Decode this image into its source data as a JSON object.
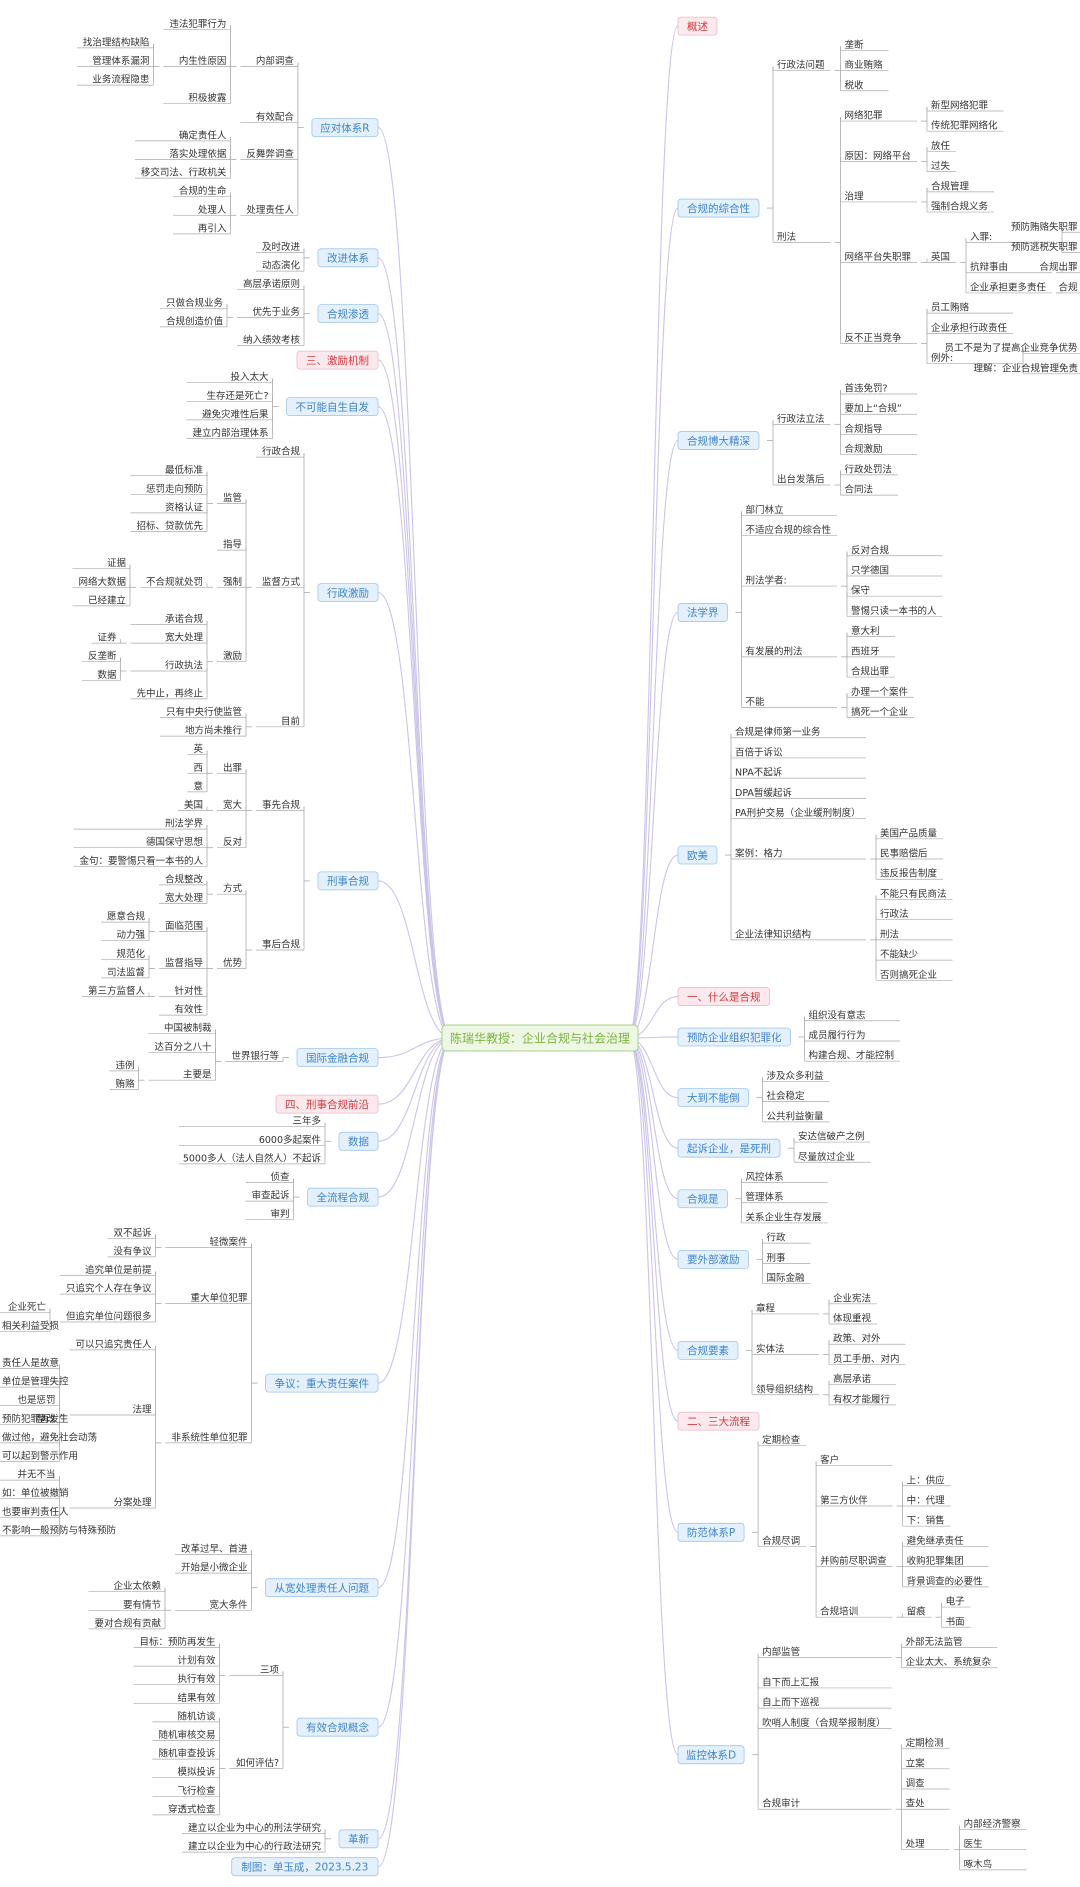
{
  "root": "陈瑞华教授：企业合规与社会治理",
  "colors": {
    "line": "#c9c5e8",
    "leaf_line": "#aaaaaa",
    "box_fill": "#e4f0fb",
    "box_stroke": "#9ec6ea",
    "box_text": "#3f85c9",
    "red_fill": "#fbe9ee",
    "red_text": "#d13b3b",
    "root_fill": "#eef7e4",
    "root_stroke": "#a8d28a",
    "root_text": "#7cb342"
  },
  "left": [
    {
      "l": "应对体系R",
      "c": [
        {
          "l": "内部调查",
          "c": [
            {
              "l": "违法犯罪行为"
            },
            {
              "l": "内生性原因",
              "c": [
                {
                  "l": "找治理结构缺陷"
                },
                {
                  "l": "管理体系漏洞"
                },
                {
                  "l": "业务流程隐患"
                }
              ]
            },
            {
              "l": "积极披露"
            }
          ]
        },
        {
          "l": "有效配合"
        },
        {
          "l": "反舞弊调查",
          "c": [
            {
              "l": "确定责任人"
            },
            {
              "l": "落实处理依据"
            },
            {
              "l": "移交司法、行政机关"
            }
          ]
        },
        {
          "l": "处理责任人",
          "c": [
            {
              "l": "合规的生命"
            },
            {
              "l": "处理人"
            },
            {
              "l": "再引入"
            }
          ]
        }
      ]
    },
    {
      "l": "改进体系",
      "c": [
        {
          "l": "及时改进"
        },
        {
          "l": "动态演化"
        }
      ]
    },
    {
      "l": "合规渗透",
      "c": [
        {
          "l": "高层承诺原则"
        },
        {
          "l": "优先于业务",
          "c": [
            {
              "l": "只做合规业务"
            },
            {
              "l": "合规创造价值"
            }
          ]
        },
        {
          "l": "纳入绩效考核"
        }
      ]
    },
    {
      "l": "三、激励机制",
      "t": "red"
    },
    {
      "l": "不可能自生自发",
      "c": [
        {
          "l": "投入太大"
        },
        {
          "l": "生存还是死亡?"
        },
        {
          "l": "避免灾难性后果"
        },
        {
          "l": "建立内部治理体系"
        }
      ]
    },
    {
      "l": "行政激励",
      "c": [
        {
          "l": "行政合规"
        },
        {
          "l": "监督方式",
          "c": [
            {
              "l": "监管",
              "c": [
                {
                  "l": "最低标准"
                },
                {
                  "l": "惩罚走向预防"
                },
                {
                  "l": "资格认证"
                },
                {
                  "l": "招标、贷款优先"
                }
              ]
            },
            {
              "l": "指导"
            },
            {
              "l": "强制",
              "c": [
                {
                  "l": "不合规就处罚",
                  "c": [
                    {
                      "l": "证据"
                    },
                    {
                      "l": "网络大数据"
                    },
                    {
                      "l": "已经建立"
                    }
                  ]
                }
              ]
            },
            {
              "l": "激励",
              "c": [
                {
                  "l": "承诺合规"
                },
                {
                  "l": "宽大处理",
                  "c": [
                    {
                      "l": "证券"
                    }
                  ]
                },
                {
                  "l": "行政执法",
                  "c": [
                    {
                      "l": "反垄断"
                    },
                    {
                      "l": "数据"
                    }
                  ]
                },
                {
                  "l": "先中止，再终止"
                }
              ]
            }
          ]
        },
        {
          "l": "目前",
          "c": [
            {
              "l": "只有中央行使监管"
            },
            {
              "l": "地方尚未推行"
            }
          ]
        }
      ]
    },
    {
      "l": "刑事合规",
      "c": [
        {
          "l": "事先合规",
          "c": [
            {
              "l": "出罪",
              "c": [
                {
                  "l": "英"
                },
                {
                  "l": "西"
                },
                {
                  "l": "意"
                }
              ]
            },
            {
              "l": "宽大",
              "c": [
                {
                  "l": "美国"
                }
              ]
            },
            {
              "l": "反对",
              "c": [
                {
                  "l": "刑法学界"
                },
                {
                  "l": "德国保守思想"
                },
                {
                  "l": "金句：要警惕只看一本书的人"
                }
              ]
            }
          ]
        },
        {
          "l": "事后合规",
          "c": [
            {
              "l": "方式",
              "c": [
                {
                  "l": "合规整改"
                },
                {
                  "l": "宽大处理"
                }
              ]
            },
            {
              "l": "优势",
              "c": [
                {
                  "l": "面临范围",
                  "c": [
                    {
                      "l": "愿意合规"
                    },
                    {
                      "l": "动力强"
                    }
                  ]
                },
                {
                  "l": "监督指导",
                  "c": [
                    {
                      "l": "规范化"
                    },
                    {
                      "l": "司法监督"
                    }
                  ]
                },
                {
                  "l": "针对性",
                  "c": [
                    {
                      "l": "第三方监督人"
                    }
                  ]
                },
                {
                  "l": "有效性"
                }
              ]
            }
          ]
        }
      ]
    },
    {
      "l": "国际金融合规",
      "c": [
        {
          "l": "世界银行等",
          "c": [
            {
              "l": "中国被制裁"
            },
            {
              "l": "达百分之八十"
            },
            {
              "l": "主要是",
              "c": [
                {
                  "l": "违例"
                },
                {
                  "l": "贿赂"
                }
              ]
            }
          ]
        }
      ]
    },
    {
      "l": "四、刑事合规前沿",
      "t": "red"
    },
    {
      "l": "数据",
      "c": [
        {
          "l": "三年多"
        },
        {
          "l": "6000多起案件"
        },
        {
          "l": "5000多人（法人自然人）不起诉"
        }
      ]
    },
    {
      "l": "全流程合规",
      "c": [
        {
          "l": "侦查"
        },
        {
          "l": "审查起诉"
        },
        {
          "l": "审判"
        }
      ]
    },
    {
      "l": "争议：重大责任案件",
      "c": [
        {
          "l": "轻微案件",
          "c": [
            {
              "l": "双不起诉"
            },
            {
              "l": "没有争议"
            }
          ]
        },
        {
          "l": "重大单位犯罪",
          "c": [
            {
              "l": "追究单位是前提"
            },
            {
              "l": "只追究个人存在争议"
            },
            {
              "l": "但追究单位问题很多",
              "c": [
                {
                  "l": "企业死亡"
                },
                {
                  "l": "相关利益受损"
                }
              ]
            }
          ]
        },
        {
          "l": "非系统性单位犯罪",
          "c": [
            {
              "l": "可以只追究责任人"
            },
            {
              "l": "法理",
              "c": [
                {
                  "l": "责任人是故意"
                },
                {
                  "l": "单位是管理失控"
                },
                {
                  "l": "也是惩罚"
                },
                {
                  "l": "整改",
                  "c": [
                    {
                      "l": "预防犯罪再发生"
                    }
                  ]
                },
                {
                  "l": "做过他，避免社会动荡"
                },
                {
                  "l": "可以起到警示作用"
                }
              ]
            },
            {
              "l": "分案处理",
              "c": [
                {
                  "l": "并无不当"
                },
                {
                  "l": "如：单位被撤销"
                },
                {
                  "l": "也要审判责任人"
                },
                {
                  "l": "不影响一般预防与特殊预防"
                }
              ]
            }
          ]
        }
      ]
    },
    {
      "l": "从宽处理责任人问题",
      "c": [
        {
          "l": "改革过早、首进"
        },
        {
          "l": "开始是小微企业"
        },
        {
          "l": "宽大条件",
          "c": [
            {
              "l": "企业太依赖"
            },
            {
              "l": "要有情节"
            },
            {
              "l": "要对合规有贡献"
            }
          ]
        }
      ]
    },
    {
      "l": "有效合规概念",
      "c": [
        {
          "l": "三项",
          "c": [
            {
              "l": "目标：预防再发生"
            },
            {
              "l": "计划有效"
            },
            {
              "l": "执行有效"
            },
            {
              "l": "结果有效"
            }
          ]
        },
        {
          "l": "如何评估?",
          "c": [
            {
              "l": "随机访谈"
            },
            {
              "l": "随机审核交易"
            },
            {
              "l": "随机审查投诉"
            },
            {
              "l": "模拟投诉"
            },
            {
              "l": "飞行检查"
            },
            {
              "l": "穿透式检查"
            }
          ]
        }
      ]
    },
    {
      "l": "革新",
      "c": [
        {
          "l": "建立以企业为中心的刑法学研究"
        },
        {
          "l": "建立以企业为中心的行政法研究"
        }
      ]
    },
    {
      "l": "制图：单玉成，2023.5.23"
    }
  ],
  "right": [
    {
      "l": "概述",
      "t": "red"
    },
    {
      "l": "合规的综合性",
      "c": [
        {
          "l": "行政法问题",
          "c": [
            {
              "l": "垄断"
            },
            {
              "l": "商业贿赂"
            },
            {
              "l": "税收"
            }
          ]
        },
        {
          "l": "刑法",
          "c": [
            {
              "l": "网络犯罪",
              "c": [
                {
                  "l": "新型网络犯罪"
                },
                {
                  "l": "传统犯罪网络化"
                }
              ]
            },
            {
              "l": "原因：网络平台",
              "c": [
                {
                  "l": "放任"
                },
                {
                  "l": "过失"
                }
              ]
            },
            {
              "l": "治理",
              "c": [
                {
                  "l": "合规管理"
                },
                {
                  "l": "强制合规义务"
                }
              ]
            },
            {
              "l": "网络平台失职罪",
              "c": [
                {
                  "l": "英国",
                  "c": [
                    {
                      "l": "入罪:",
                      "c": [
                        {
                          "l": "预防贿赂失职罪"
                        },
                        {
                          "l": "预防逃税失职罪"
                        }
                      ]
                    },
                    {
                      "l": "抗辩事由",
                      "c": [
                        {
                          "l": "合规出罪"
                        }
                      ]
                    },
                    {
                      "l": "企业承担更多责任",
                      "c": [
                        {
                          "l": "合规"
                        }
                      ]
                    }
                  ]
                }
              ]
            },
            {
              "l": "反不正当竞争",
              "c": [
                {
                  "l": "员工贿赂"
                },
                {
                  "l": "企业承担行政责任"
                },
                {
                  "l": "例外:",
                  "c": [
                    {
                      "l": "员工不是为了提高企业竞争优势"
                    },
                    {
                      "l": "理解：企业合规管理免责"
                    }
                  ]
                }
              ]
            }
          ]
        }
      ]
    },
    {
      "l": "合规博大精深",
      "c": [
        {
          "l": "行政法立法",
          "c": [
            {
              "l": "首违免罚?"
            },
            {
              "l": "要加上“合规”"
            },
            {
              "l": "合规指导"
            },
            {
              "l": "合规激励"
            }
          ]
        },
        {
          "l": "出台发落后",
          "c": [
            {
              "l": "行政处罚法"
            },
            {
              "l": "合同法"
            }
          ]
        }
      ]
    },
    {
      "l": "法学界",
      "c": [
        {
          "l": "部门林立"
        },
        {
          "l": "不适应合规的综合性"
        },
        {
          "l": "刑法学者:",
          "c": [
            {
              "l": "反对合规"
            },
            {
              "l": "只学德国"
            },
            {
              "l": "保守"
            },
            {
              "l": "警惕只读一本书的人"
            }
          ]
        },
        {
          "l": "有发展的刑法",
          "c": [
            {
              "l": "意大利"
            },
            {
              "l": "西班牙"
            },
            {
              "l": "合规出罪"
            }
          ]
        },
        {
          "l": "不能",
          "c": [
            {
              "l": "办理一个案件"
            },
            {
              "l": "搞死一个企业"
            }
          ]
        }
      ]
    },
    {
      "l": "欧美",
      "c": [
        {
          "l": "合规是律师第一业务"
        },
        {
          "l": "百倍于诉讼"
        },
        {
          "l": "NPA不起诉"
        },
        {
          "l": "DPA暂缓起诉"
        },
        {
          "l": "PA刑护交易（企业缓刑制度）"
        },
        {
          "l": "案例：格力",
          "c": [
            {
              "l": "美国产品质量"
            },
            {
              "l": "民事赔偿后"
            },
            {
              "l": "违反报告制度"
            }
          ]
        },
        {
          "l": "企业法律知识结构",
          "c": [
            {
              "l": "不能只有民商法"
            },
            {
              "l": "行政法"
            },
            {
              "l": "刑法"
            },
            {
              "l": "不能缺少"
            },
            {
              "l": "否则搞死企业"
            }
          ]
        }
      ]
    },
    {
      "l": "一、什么是合规",
      "t": "red"
    },
    {
      "l": "预防企业组织犯罪化",
      "c": [
        {
          "l": "组织没有意志"
        },
        {
          "l": "成员履行行为"
        },
        {
          "l": "构建合规、才能控制"
        }
      ]
    },
    {
      "l": "大到不能倒",
      "c": [
        {
          "l": "涉及众多利益"
        },
        {
          "l": "社会稳定"
        },
        {
          "l": "公共利益衡量"
        }
      ]
    },
    {
      "l": "起诉企业，是死刑",
      "c": [
        {
          "l": "安达信破产之例"
        },
        {
          "l": "尽量放过企业"
        }
      ]
    },
    {
      "l": "合规是",
      "c": [
        {
          "l": "风控体系"
        },
        {
          "l": "管理体系"
        },
        {
          "l": "关系企业生存发展"
        }
      ]
    },
    {
      "l": "要外部激励",
      "c": [
        {
          "l": "行政"
        },
        {
          "l": "刑事"
        },
        {
          "l": "国际金融"
        }
      ]
    },
    {
      "l": "合规要素",
      "c": [
        {
          "l": "章程",
          "c": [
            {
              "l": "企业宪法"
            },
            {
              "l": "体现重视"
            }
          ]
        },
        {
          "l": "实体法",
          "c": [
            {
              "l": "政策、对外"
            },
            {
              "l": "员工手册、对内"
            }
          ]
        },
        {
          "l": "领导组织结构",
          "c": [
            {
              "l": "高层承诺"
            },
            {
              "l": "有权才能履行"
            }
          ]
        }
      ]
    },
    {
      "l": "二、三大流程",
      "t": "red"
    },
    {
      "l": "防范体系P",
      "c": [
        {
          "l": "定期检查"
        },
        {
          "l": "合规尽调",
          "c": [
            {
              "l": "客户"
            },
            {
              "l": "第三方伙伴",
              "c": [
                {
                  "l": "上：供应"
                },
                {
                  "l": "中：代理"
                },
                {
                  "l": "下：销售"
                }
              ]
            },
            {
              "l": "并购前尽职调查",
              "c": [
                {
                  "l": "避免继承责任"
                },
                {
                  "l": "收购犯罪集团"
                },
                {
                  "l": "背景调查的必要性"
                }
              ]
            },
            {
              "l": "合规培训",
              "c": [
                {
                  "l": "留痕",
                  "c": [
                    {
                      "l": "电子"
                    },
                    {
                      "l": "书面"
                    }
                  ]
                }
              ]
            }
          ]
        }
      ]
    },
    {
      "l": "监控体系D",
      "c": [
        {
          "l": "内部监管",
          "c": [
            {
              "l": "外部无法监管"
            },
            {
              "l": "企业太大、系统复杂"
            }
          ]
        },
        {
          "l": "自下而上汇报"
        },
        {
          "l": "自上而下巡视"
        },
        {
          "l": "吹哨人制度（合规举报制度）"
        },
        {
          "l": "合规审计",
          "c": [
            {
              "l": "定期检测"
            },
            {
              "l": "立案"
            },
            {
              "l": "调查"
            },
            {
              "l": "查处"
            },
            {
              "l": "处理",
              "c": [
                {
                  "l": "内部经济警察"
                },
                {
                  "l": "医生"
                },
                {
                  "l": "啄木鸟"
                }
              ]
            }
          ]
        }
      ]
    }
  ]
}
